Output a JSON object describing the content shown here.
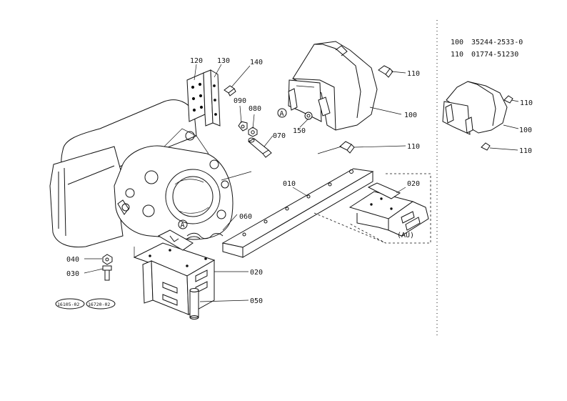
{
  "parts_list": [
    {
      "ref": "100",
      "part_no": "35244-2533-0"
    },
    {
      "ref": "110",
      "part_no": "01774-51230"
    }
  ],
  "callouts": {
    "c120": "120",
    "c130": "130",
    "c140": "140",
    "c090": "090",
    "c080": "080",
    "c070": "070",
    "c150": "150",
    "c110a": "110",
    "c110b": "110",
    "c100a": "100",
    "c110c": "110",
    "c100b": "100",
    "c110d": "110",
    "c010": "010",
    "c020a": "020",
    "c060": "060",
    "c040": "040",
    "c030": "030",
    "c020b": "020",
    "c050": "050"
  },
  "variant_label": "(AU)",
  "view_marks": {
    "a1": "A",
    "a2": "A"
  },
  "ref_codes": {
    "left": "16105-02",
    "right": "16720-02"
  }
}
